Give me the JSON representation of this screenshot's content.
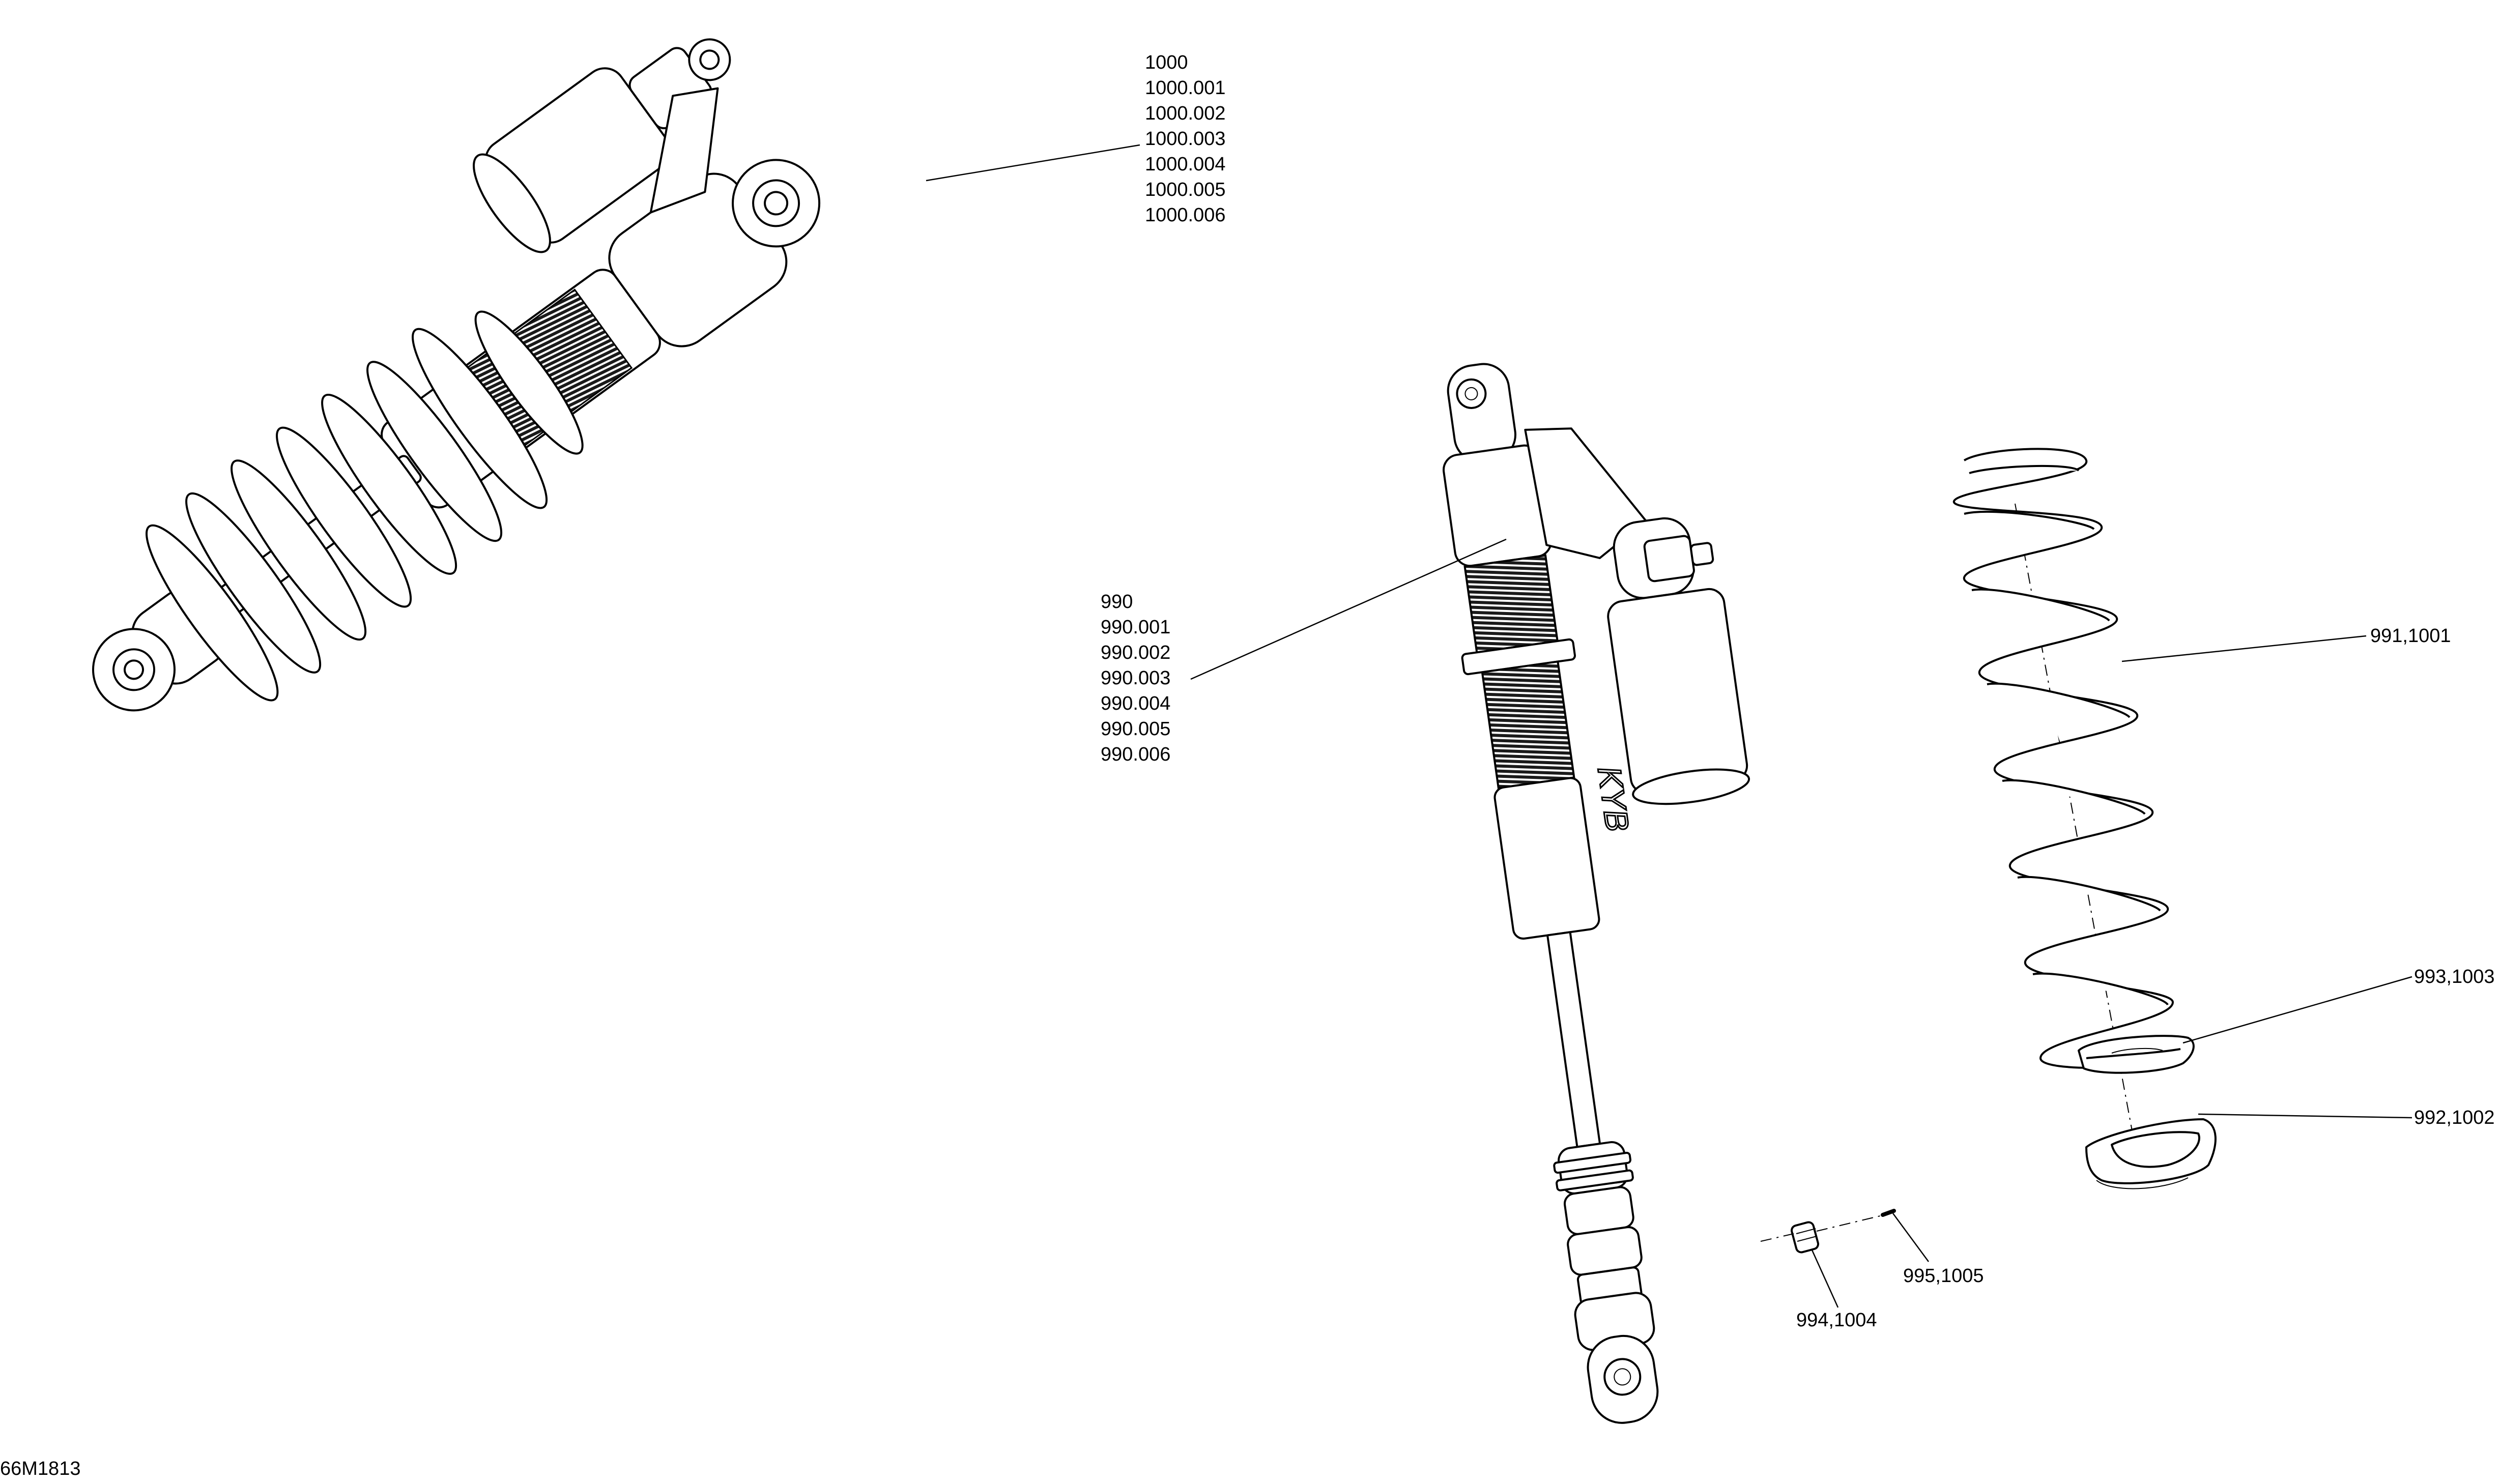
{
  "callouts": {
    "shock_top": [
      "1000",
      "1000.001",
      "1000.002",
      "1000.003",
      "1000.004",
      "1000.005",
      "1000.006"
    ],
    "shock_center": [
      "990",
      "990.001",
      "990.002",
      "990.003",
      "990.004",
      "990.005",
      "990.006"
    ],
    "spring": "991,1001",
    "spring_seat_upper": "993,1003",
    "spring_seat_lower": "992,1002",
    "nut": "994,1004",
    "pin": "995,1005"
  },
  "brand_mark": "KYB",
  "drawing_number": "66M1813",
  "colors": {
    "line": "#000000",
    "fill": "#ffffff",
    "coil_dark": "#222222"
  }
}
